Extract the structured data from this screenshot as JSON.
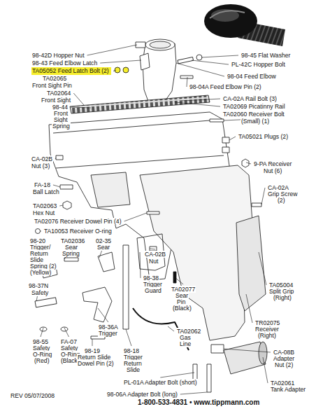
{
  "diagram": {
    "nodes": [
      {
        "text": [
          "TA05052 Feed Latch Bolt (2)"
        ]
      }
    ],
    "labels": [
      "98-42D Hopper Nut",
      "98-43 Feed Elbow Latch",
      "TA02065",
      "Front Sight Pin",
      "TA02064",
      "Front Sight",
      "98-44",
      "Front",
      "Sight",
      "Spring",
      "CA-02B",
      "Nut (3)",
      "FA-18",
      "Ball Latch",
      "TA02063",
      "Hex Nut",
      "TA02076 Receiver Dowel Pin (4)",
      "TA10053 Receiver O-ring",
      "98-20",
      "Trigger/",
      "Return",
      "Slide",
      "Spring (2)",
      "(Yellow)",
      "TA02036",
      "Sear",
      "Spring",
      "02-35",
      "Sear",
      "98-37N",
      "Safety",
      "98-55",
      "Safety",
      "O-Ring",
      "(Red)",
      "FA-07",
      "Safety",
      "O-Ring",
      "(Black)",
      "98-36A",
      "Trigger",
      "98-19",
      "Return Slide",
      "Dowel Pin (2)",
      "98-18",
      "Trigger",
      "Return",
      "Slide",
      "CA-02B",
      "Nut",
      "98-38",
      "Trigger",
      "Guard",
      "TA02077",
      "Sear",
      "Pin",
      "(Black)",
      "TA02062",
      "Gas",
      "Line",
      "PL-01A Adapter Bolt (short)",
      "98-06A Adapter Bolt (long)",
      "REV 05/07/2008",
      "1-800-533-4831 • www.tippmann.com",
      "98-45 Flat Washer",
      "PL-42C Hopper Bolt",
      "98-04 Feed Elbow",
      "98-04A Feed Elbow Pin (2)",
      "CA-02A Rail Bolt (3)",
      "TA02069 Picatinny Rail",
      "TA02060 Receiver Bolt",
      "(Small) (1)",
      "TA05021 Plugs (2)",
      "9-PA Receiver",
      "Nut (6)",
      "CA-02A",
      "Grip Screw",
      "(2)",
      "TA05004",
      "Split Grip",
      "(Right)",
      "TR02075",
      "Receiver",
      "(Right)",
      "CA-08B",
      "Adapter",
      "Nut (2)",
      "TA02061",
      "Tank Adapter"
    ]
  }
}
